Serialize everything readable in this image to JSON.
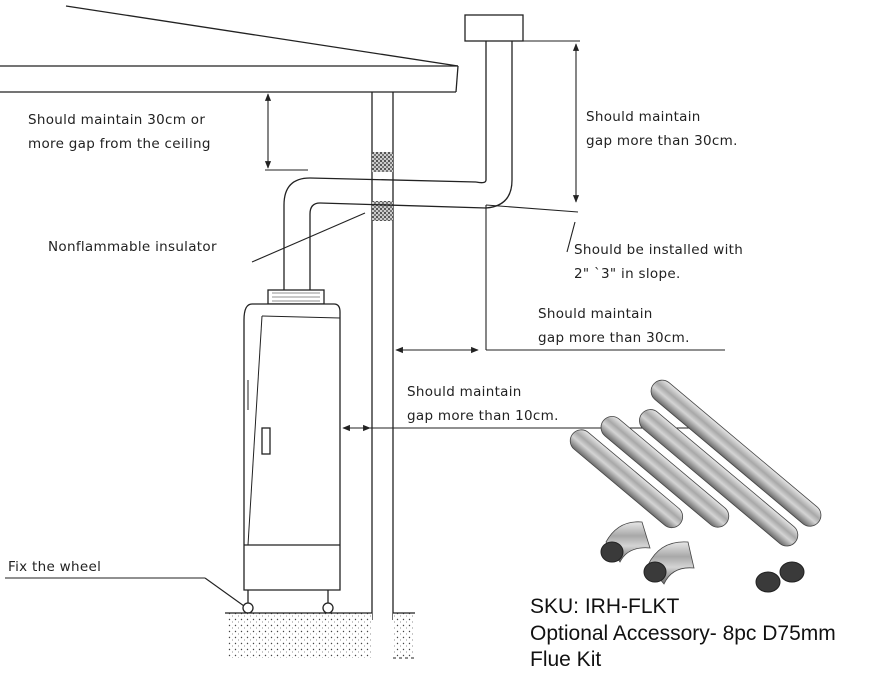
{
  "annotations": {
    "ceiling_gap": [
      "Should maintain 30cm or",
      "more gap from the ceiling"
    ],
    "top_gap": [
      "Should maintain",
      "gap more than 30cm."
    ],
    "insulator": "Nonflammable insulator",
    "slope": [
      "Should be installed with",
      "2\" `3\"   in slope."
    ],
    "chimney_gap": [
      "Should maintain",
      "gap more than 30cm."
    ],
    "wall_gap": [
      "Should maintain",
      "gap more than 10cm."
    ],
    "wheel": "Fix the wheel"
  },
  "product": {
    "sku": "SKU: IRH-FLKT",
    "description_line1": "Optional Accessory- 8pc D75mm",
    "description_line2": "Flue Kit"
  },
  "colors": {
    "line": "#222222",
    "pipe_metal": "#9a9a9a"
  }
}
